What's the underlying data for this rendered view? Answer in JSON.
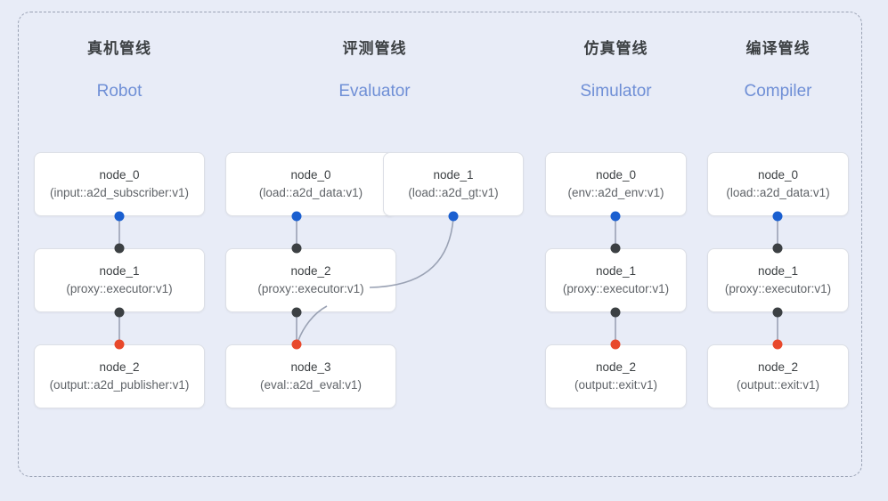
{
  "diagram": {
    "background_color": "#e8ecf7",
    "frame": {
      "style": "dashed",
      "color": "#9aa2b4"
    },
    "port_colors": {
      "source": "#1a5fd0",
      "relay": "#3c4043",
      "sink": "#e8482b"
    },
    "edge_color": "#9aa2b4"
  },
  "columns": [
    {
      "title_cn": "真机管线",
      "title_en": "Robot",
      "nodes": [
        {
          "name": "node_0",
          "type": "(input::a2d_subscriber:v1)"
        },
        {
          "name": "node_1",
          "type": "(proxy::executor:v1)"
        },
        {
          "name": "node_2",
          "type": "(output::a2d_publisher:v1)"
        }
      ]
    },
    {
      "title_cn": "评测管线",
      "title_en": "Evaluator",
      "nodes": [
        {
          "name": "node_0",
          "type": "(load::a2d_data:v1)"
        },
        {
          "name": "node_1",
          "type": "(load::a2d_gt:v1)"
        },
        {
          "name": "node_2",
          "type": "(proxy::executor:v1)"
        },
        {
          "name": "node_3",
          "type": "(eval::a2d_eval:v1)"
        }
      ]
    },
    {
      "title_cn": "仿真管线",
      "title_en": "Simulator",
      "nodes": [
        {
          "name": "node_0",
          "type": "(env::a2d_env:v1)"
        },
        {
          "name": "node_1",
          "type": "(proxy::executor:v1)"
        },
        {
          "name": "node_2",
          "type": "(output::exit:v1)"
        }
      ]
    },
    {
      "title_cn": "编译管线",
      "title_en": "Compiler",
      "nodes": [
        {
          "name": "node_0",
          "type": "(load::a2d_data:v1)"
        },
        {
          "name": "node_1",
          "type": "(proxy::executor:v1)"
        },
        {
          "name": "node_2",
          "type": "(output::exit:v1)"
        }
      ]
    }
  ]
}
